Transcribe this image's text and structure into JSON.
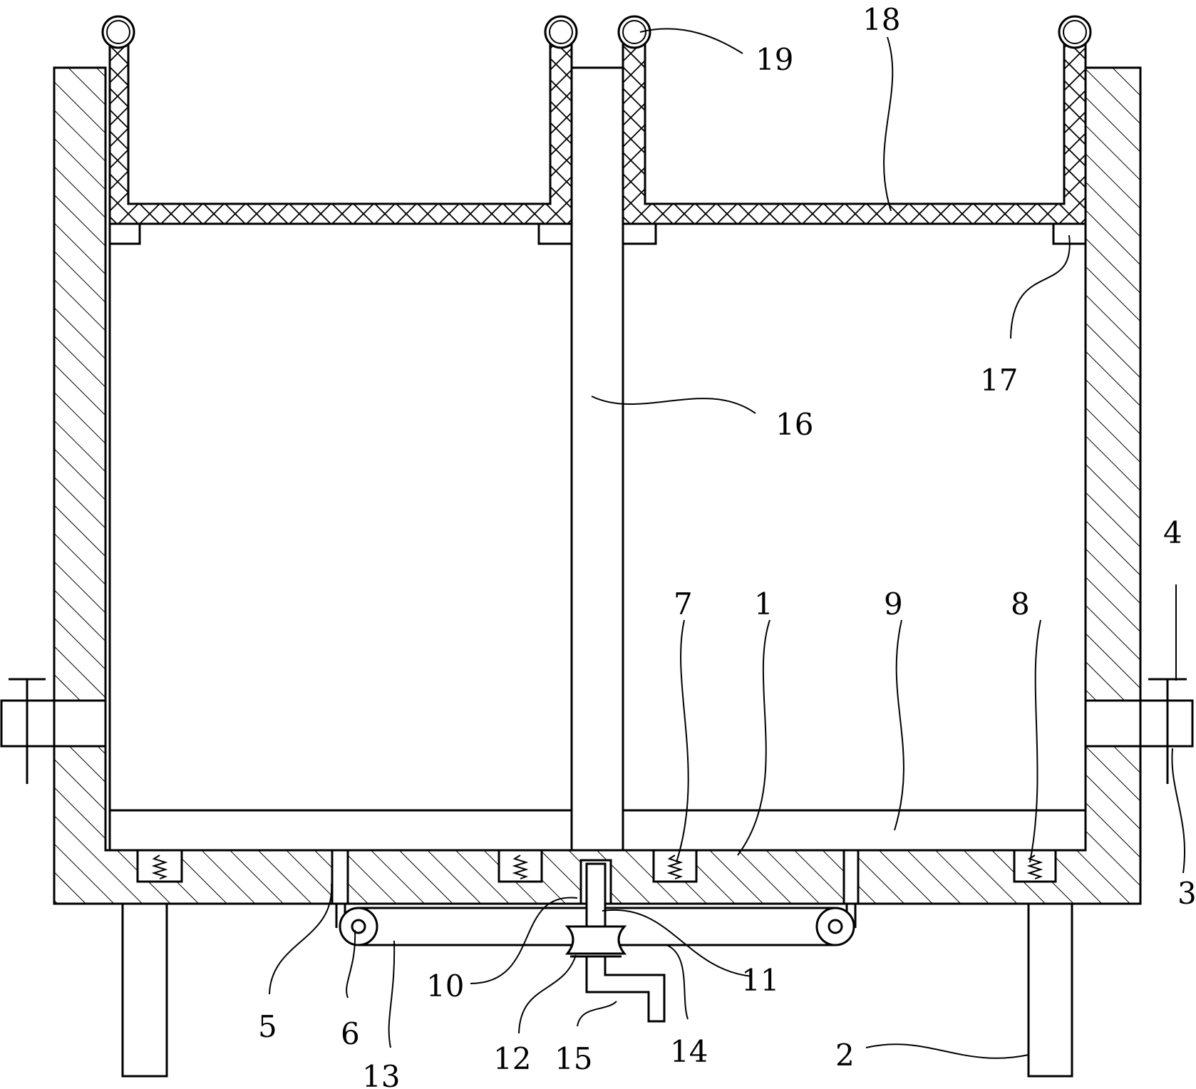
{
  "labels": {
    "l1": "1",
    "l2": "2",
    "l3": "3",
    "l4": "4",
    "l5": "5",
    "l6": "6",
    "l7": "7",
    "l8": "8",
    "l9": "9",
    "l10": "10",
    "l11": "11",
    "l12": "12",
    "l13": "13",
    "l14": "14",
    "l15": "15",
    "l16": "16",
    "l17": "17",
    "l18": "18",
    "l19": "19"
  },
  "colors": {
    "line": "#000000",
    "background": "#ffffff"
  }
}
